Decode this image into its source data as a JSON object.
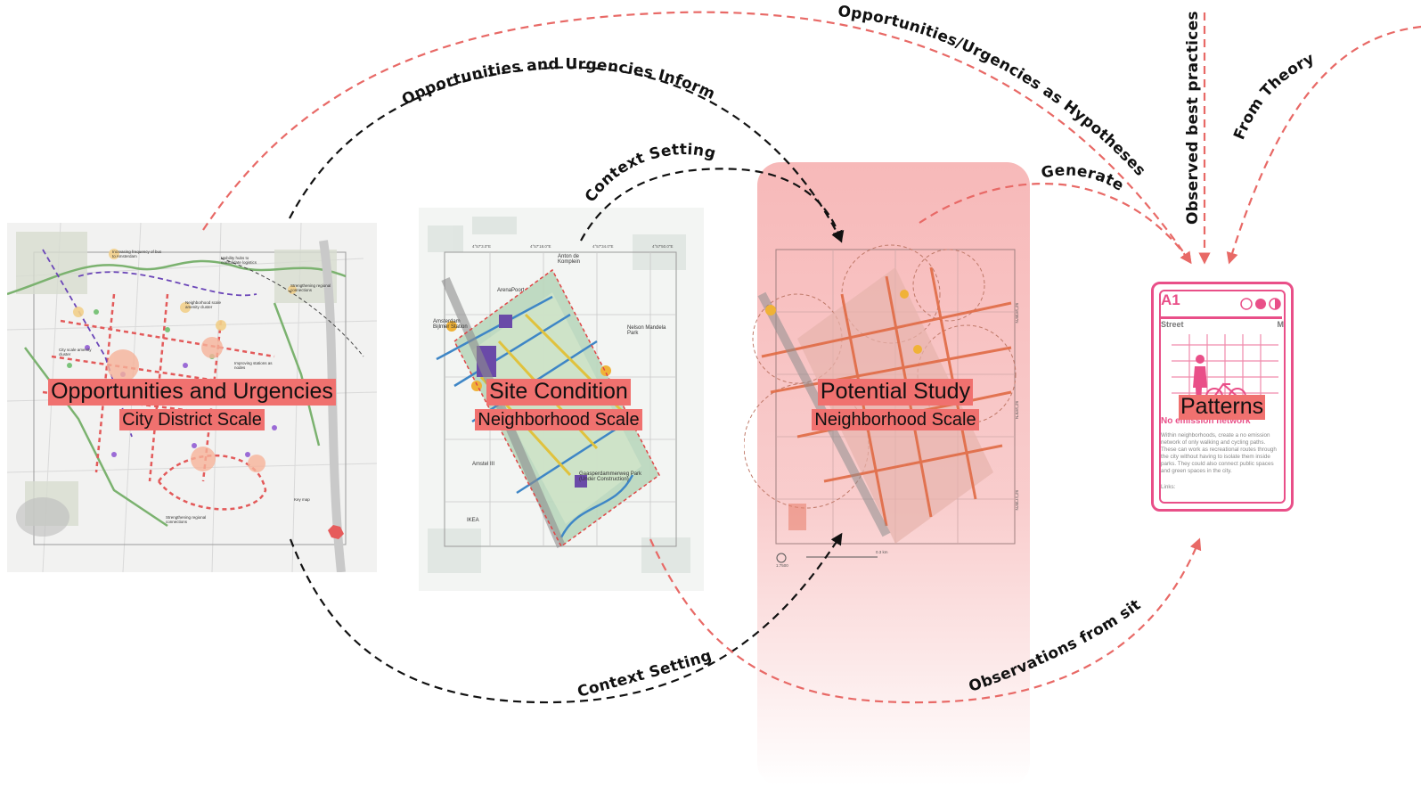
{
  "panels": [
    {
      "title": "Opportunities and Urgencies",
      "subtitle": "City District Scale"
    },
    {
      "title": "Site Condition",
      "subtitle": "Neighborhood Scale"
    },
    {
      "title": "Potential Study",
      "subtitle": "Neighborhood Scale"
    }
  ],
  "map_labels": {
    "city": [
      "Increasing frequency of bus to Amsterdam",
      "Mobility hubs to consolidate logistics",
      "Neighborhood scale amenity cluster",
      "Strengthening regional connections",
      "City scale amenity cluster",
      "Improving stations as nodes",
      "Strengthening regional connections",
      "Key map"
    ],
    "site": [
      "Anton de Komplein",
      "ArenaPoort",
      "Amsterdam Bijlmer Station",
      "Nelson Mandela Park",
      "Amstel III",
      "Gaasperdammerweg Park (Under Construction)",
      "IKEA"
    ],
    "coords": [
      "4°57'3.0\"E",
      "4°57'18.0\"E",
      "4°57'34.0\"E",
      "4°57'50.0\"E",
      "52°18'35\"N",
      "52°18'5\"N",
      "52°17'35\"N",
      "1:7500",
      "0.3 km"
    ]
  },
  "flows": [
    {
      "label": "Opportunities/Urgencies as Hypotheses",
      "style": "red-dashed"
    },
    {
      "label": "Opportunities and Urgencies Informs",
      "style": "black-dashed"
    },
    {
      "label": "Context Setting",
      "style": "black-dashed"
    },
    {
      "label": "Generate",
      "style": "red-dashed"
    },
    {
      "label": "Observed best practices",
      "style": "red-dashed"
    },
    {
      "label": "From Theory",
      "style": "red-dashed"
    },
    {
      "label": "Context Setting",
      "style": "black-dashed"
    },
    {
      "label": "Observations from site",
      "style": "red-dashed"
    }
  ],
  "card": {
    "code": "A1",
    "category": "Street",
    "size": "M",
    "name": "No emission network",
    "description": "Within neighborhoods, create a no emission network of only walking and cycling paths. These can work as recreational routes through the city without having to isolate them inside parks. They could also connect public spaces and green spaces in the city.",
    "links": "Links:",
    "label": "Patterns"
  },
  "colors": {
    "red": "#e86966",
    "black": "#111111",
    "pink": "#e94f88",
    "caption_bg": "#f0716f"
  }
}
